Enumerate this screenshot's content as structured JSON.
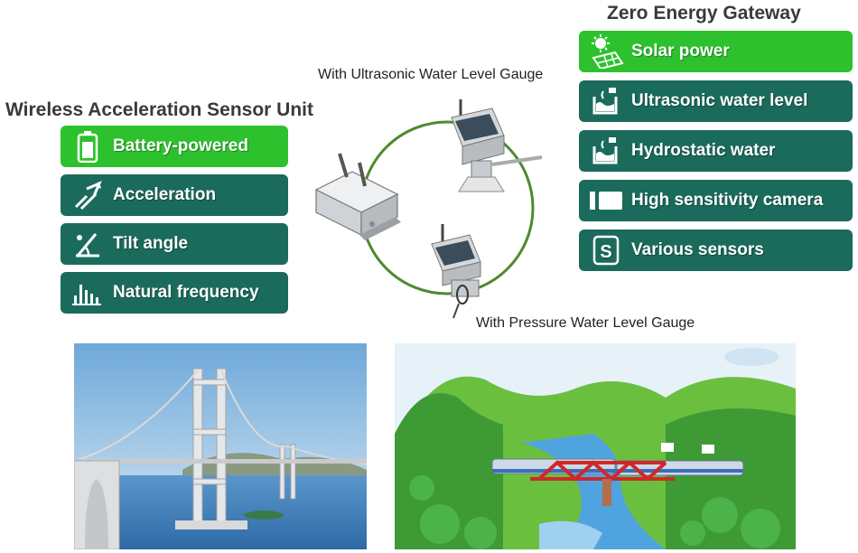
{
  "left_panel": {
    "title": "Wireless Acceleration Sensor Unit",
    "items": [
      {
        "label": "Battery-powered",
        "icon": "battery-icon",
        "color": "#2ec12e"
      },
      {
        "label": "Acceleration",
        "icon": "acceleration-icon",
        "color": "#1b6b5c"
      },
      {
        "label": "Tilt angle",
        "icon": "tilt-icon",
        "color": "#1b6b5c"
      },
      {
        "label": "Natural frequency",
        "icon": "frequency-icon",
        "color": "#1b6b5c"
      }
    ]
  },
  "right_panel": {
    "title": "Zero Energy Gateway",
    "items": [
      {
        "label": "Solar power",
        "icon": "solar-panel-icon",
        "color": "#2ec12e"
      },
      {
        "label": "Ultrasonic water level",
        "icon": "water-level-icon",
        "color": "#1b6b5c"
      },
      {
        "label": "Hydrostatic water",
        "icon": "water-level-icon",
        "color": "#1b6b5c"
      },
      {
        "label": "High sensitivity camera",
        "icon": "camera-icon",
        "color": "#1b6b5c"
      },
      {
        "label": "Various sensors",
        "icon": "sensor-s-icon",
        "color": "#1b6b5c"
      }
    ]
  },
  "captions": {
    "ultrasonic": "With Ultrasonic Water Level Gauge",
    "pressure": "With Pressure Water Level Gauge"
  }
}
